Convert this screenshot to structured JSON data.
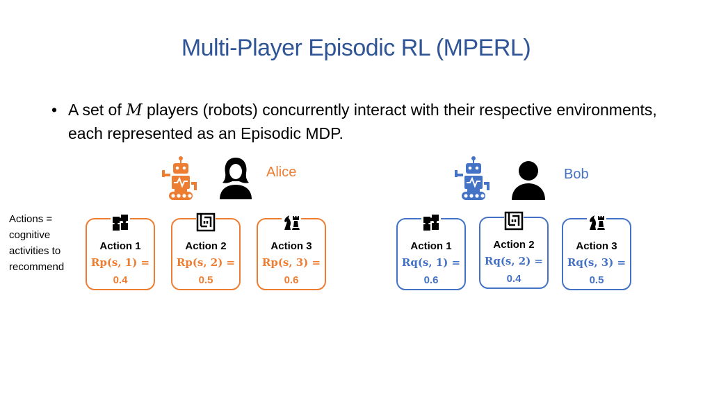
{
  "title": "Multi-Player Episodic RL (MPERL)",
  "bullet": {
    "marker": "•",
    "pre": "A set of ",
    "math": "M",
    "post": " players (robots) concurrently interact with their respective environments, each represented as an Episodic MDP."
  },
  "side_note": "Actions = cognitive activities to recommend",
  "colors": {
    "title": "#2f5597",
    "player_p": "#ed7d31",
    "player_q": "#4472c4"
  },
  "players": [
    {
      "name": "Alice",
      "actions": [
        {
          "label": "Action 1",
          "reward": "Rp(s, 1) =",
          "value": "0.4",
          "icon": "puzzle-icon"
        },
        {
          "label": "Action 2",
          "reward": "Rp(s, 2) =",
          "value": "0.5",
          "icon": "maze-icon"
        },
        {
          "label": "Action 3",
          "reward": "Rp(s, 3) =",
          "value": "0.6",
          "icon": "chess-icon"
        }
      ]
    },
    {
      "name": "Bob",
      "actions": [
        {
          "label": "Action 1",
          "reward": "Rq(s, 1) =",
          "value": "0.6",
          "icon": "puzzle-icon"
        },
        {
          "label": "Action 2",
          "reward": "Rq(s, 2) =",
          "value": "0.4",
          "icon": "maze-icon"
        },
        {
          "label": "Action 3",
          "reward": "Rq(s, 3) =",
          "value": "0.5",
          "icon": "chess-icon"
        }
      ]
    }
  ]
}
